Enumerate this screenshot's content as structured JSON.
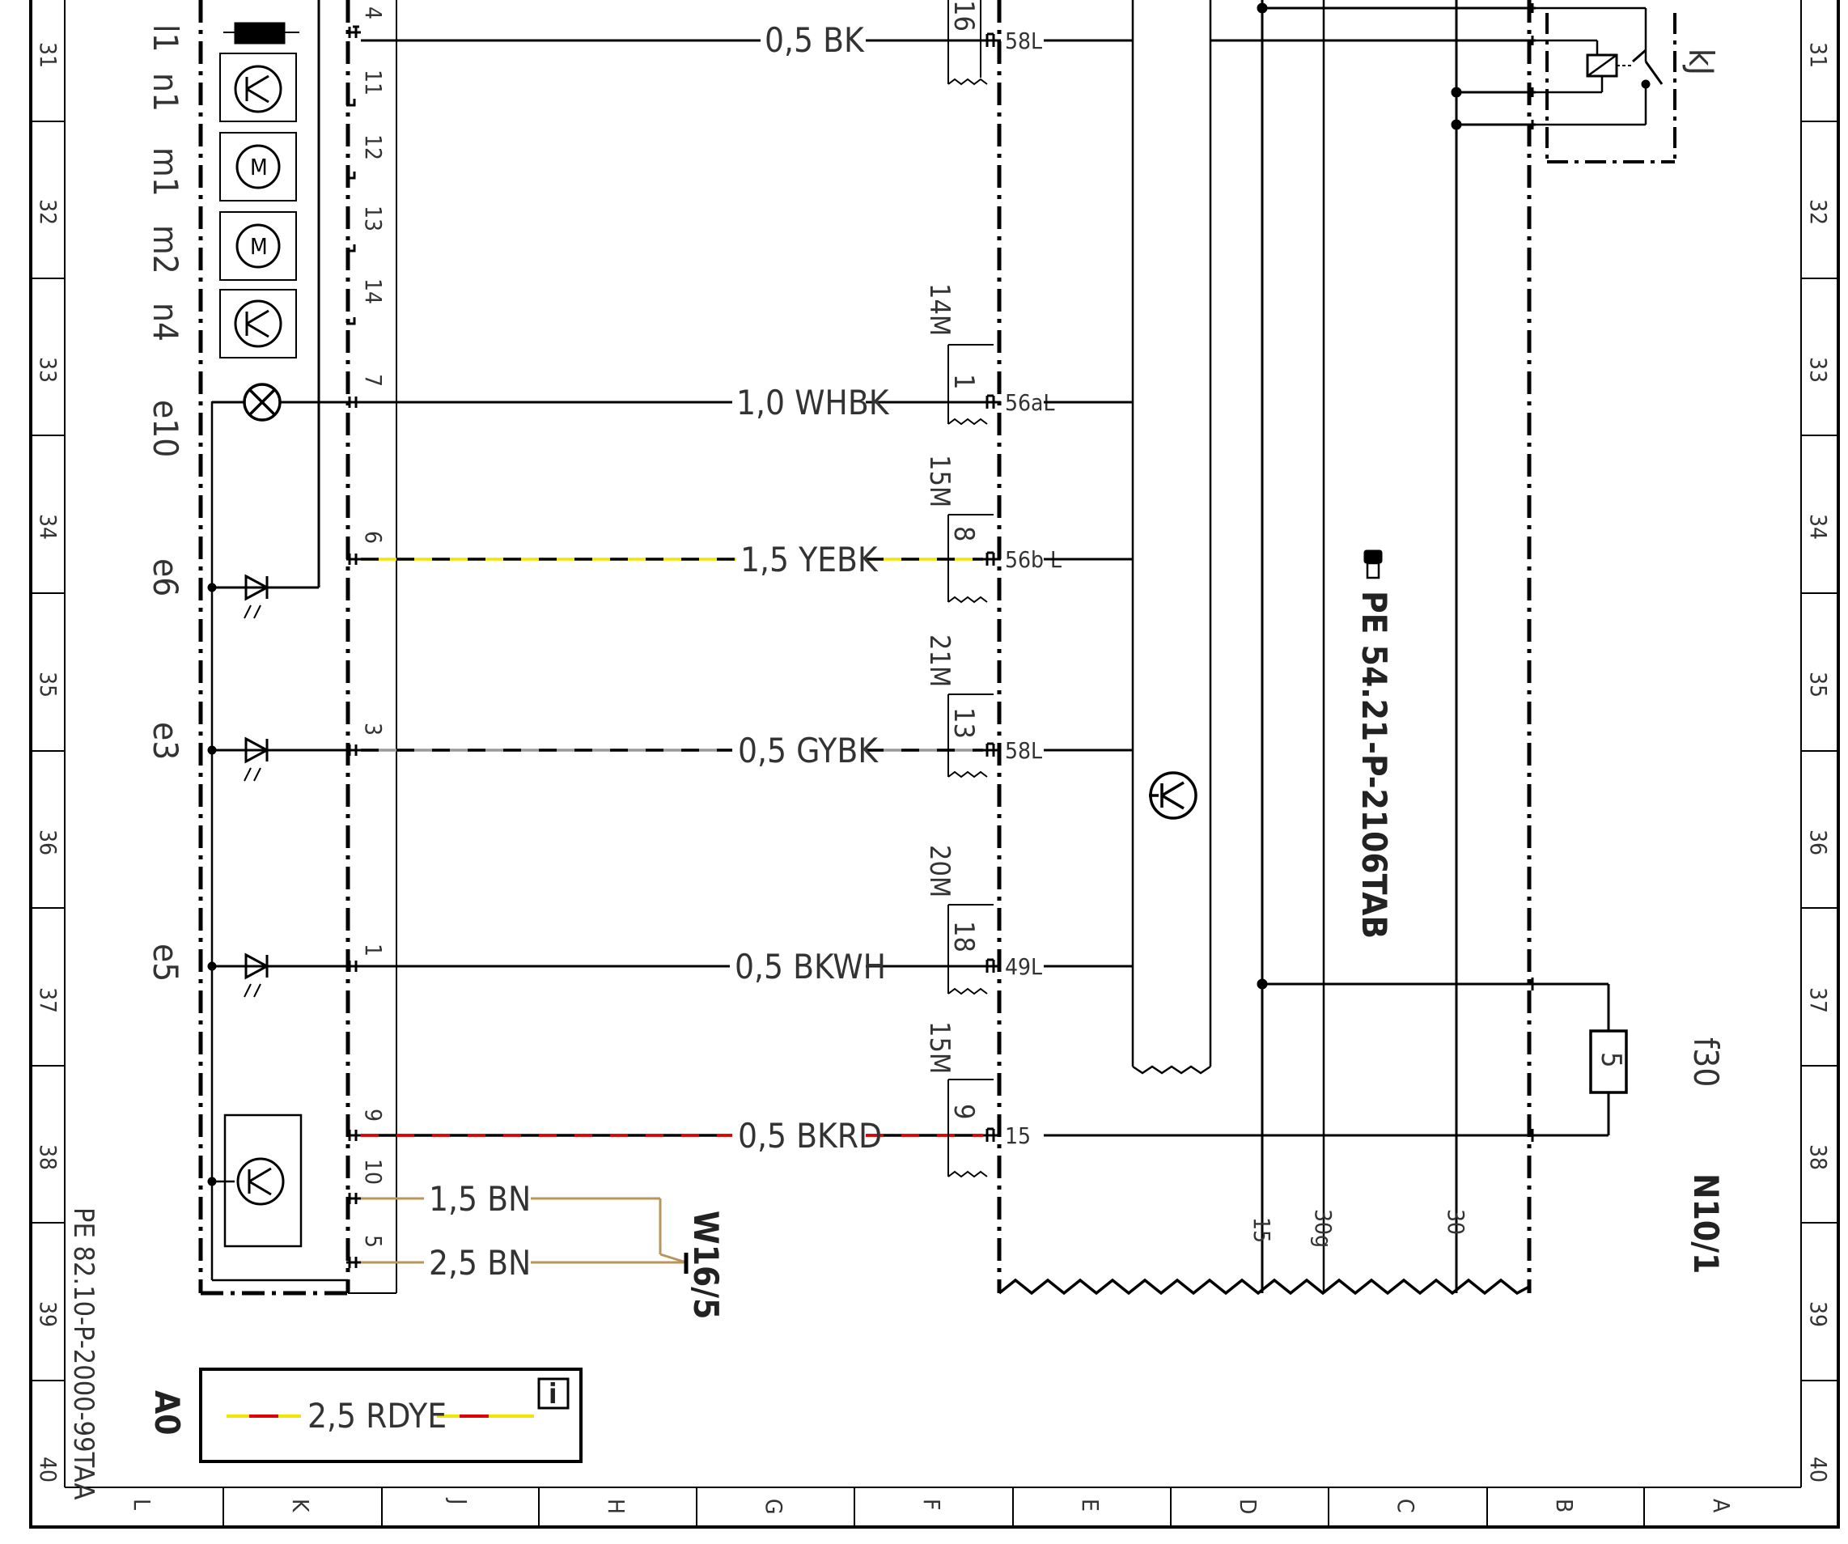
{
  "row_numbers": [
    "31",
    "32",
    "33",
    "34",
    "35",
    "36",
    "37",
    "38",
    "39",
    "40"
  ],
  "col_letters": [
    "L",
    "K",
    "J",
    "H",
    "G",
    "F",
    "E",
    "D",
    "C",
    "B",
    "A"
  ],
  "components": {
    "l1": "l1",
    "n1": "n1",
    "m1": "m1",
    "m2": "m2",
    "n4": "n4",
    "e10": "e10",
    "e6": "e6",
    "e3": "e3",
    "e5": "e5",
    "kJ": "kJ",
    "f30": "f30",
    "f30_value": "5",
    "N10_1": "N10/1",
    "W16_5": "W16/5",
    "A0": "A0"
  },
  "left_pins": [
    "4",
    "11",
    "12",
    "13",
    "14",
    "7",
    "6",
    "3",
    "1",
    "9",
    "10",
    "5"
  ],
  "wires": [
    {
      "label": "0,5  BK",
      "colors": [
        "#000000"
      ]
    },
    {
      "label": "1,0  WHBK",
      "colors": [
        "#000000"
      ]
    },
    {
      "label": "1,5  YEBK",
      "colors": [
        "#f2e600",
        "#000000"
      ]
    },
    {
      "label": "0,5  GYBK",
      "colors": [
        "#9a9a9a",
        "#000000"
      ]
    },
    {
      "label": "0,5  BKWH",
      "colors": [
        "#000000"
      ]
    },
    {
      "label": "0,5  BKRD",
      "colors": [
        "#000000",
        "#e00000"
      ]
    },
    {
      "label": "1,5  BN",
      "colors": [
        "#b8955a"
      ]
    },
    {
      "label": "2,5  BN",
      "colors": [
        "#b8955a"
      ]
    }
  ],
  "connector_tags": [
    "16",
    "14M",
    "1",
    "15M",
    "8",
    "21M",
    "13",
    "20M",
    "18",
    "15M",
    "9"
  ],
  "connector_pins": [
    "58L",
    "56aL",
    "56b L",
    "58L",
    "49L",
    "15"
  ],
  "ref_doc": "PE  54.21-P-2106TAB",
  "side_ref": "PE 82.10-P-2000-99TAA",
  "bus_labels": [
    "15",
    "30g",
    "30"
  ],
  "legend_wire": {
    "label": "2,5  RDYE",
    "colors": [
      "#e00000",
      "#f2e600"
    ]
  },
  "info_icon": "i"
}
